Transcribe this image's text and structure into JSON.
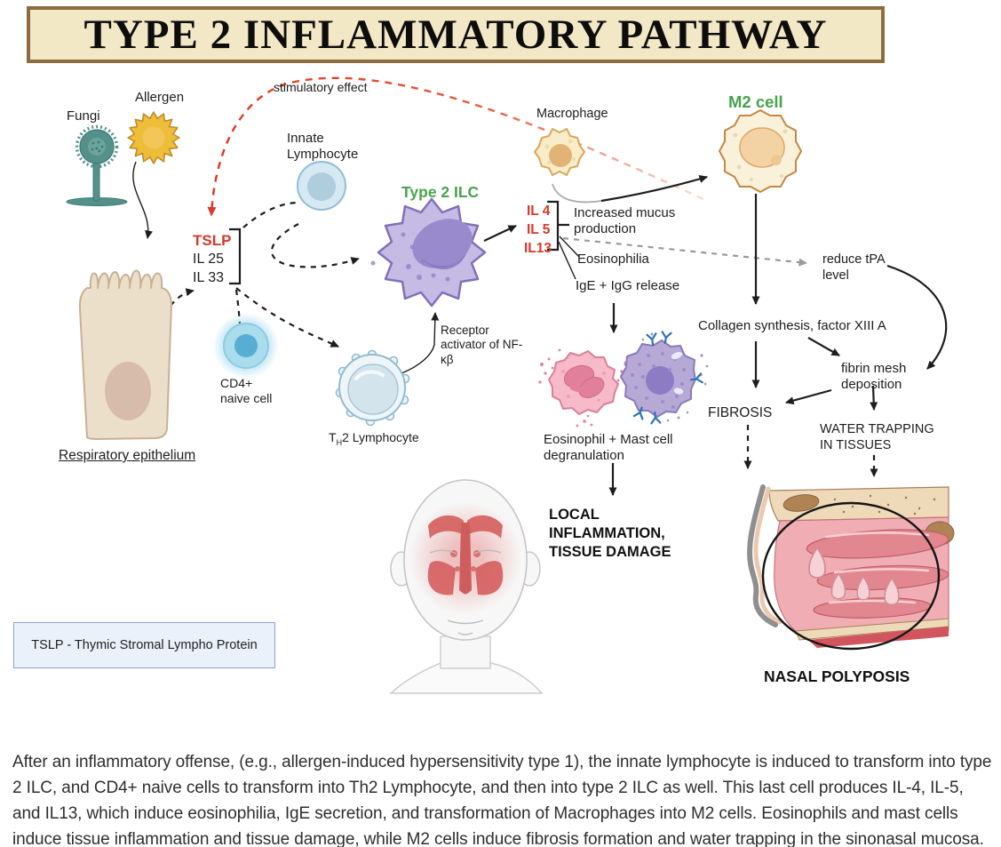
{
  "title": "TYPE 2 INFLAMMATORY PATHWAY",
  "nodes": {
    "fungi": "Fungi",
    "allergen": "Allergen",
    "stimulatory_effect": "stimulatory effect",
    "innate_lymphocyte": "Innate\nLymphocyte",
    "type2_ilc": "Type 2 ILC",
    "macrophage": "Macrophage",
    "m2_cell": "M2 cell",
    "tslp": "TSLP",
    "il25": "IL 25",
    "il33": "IL 33",
    "respiratory_epithelium": "Respiratory epithelium",
    "cd4_naive": "CD4+\nnaive cell",
    "th2_prefix": "T",
    "th2_sub": "H",
    "th2_rest": "2 Lymphocyte",
    "receptor_activator": "Receptor\nactivator of NF-\nκβ",
    "il4": "IL 4",
    "il5": "IL 5",
    "il13": "IL13",
    "increased_mucus": "Increased mucus\nproduction",
    "eosinophilia": "Eosinophilia",
    "ige_igg": "IgE + IgG release",
    "reduce_tpa": "reduce tPA\nlevel",
    "collagen": "Collagen synthesis, factor XIII A",
    "fibrin_mesh": "fibrin mesh\ndeposition",
    "fibrosis": "FIBROSIS",
    "water_trapping": "WATER TRAPPING\nIN TISSUES",
    "eosinophil_mast": "Eosinophil + Mast cell\ndegranulation",
    "local_inflammation": "LOCAL\nINFLAMMATION,\nTISSUE DAMAGE",
    "nasal_polyposis": "NASAL POLYPOSIS"
  },
  "legend": {
    "tslp_definition": "TSLP - Thymic Stromal Lympho Protein"
  },
  "caption": "After an inflammatory offense, (e.g., allergen-induced hypersensitivity type 1), the innate lymphocyte is induced to transform into type 2 ILC, and CD4+ naive cells to transform into Th2 Lymphocyte, and then into type 2 ILC as well. This last cell produces IL-4, IL-5, and IL13, which induce eosinophilia, IgE secretion, and transformation of Macrophages into M2 cells. Eosinophils and mast cells induce tissue inflammation and tissue damage, while M2 cells induce fibrosis formation and water trapping in the sinonasal mucosa.",
  "colors": {
    "title_bg": "#f3e8c6",
    "title_border": "#8d6b41",
    "accent_red": "#d8392a",
    "accent_green": "#47a44b",
    "arrow_black": "#1d1d1d",
    "arrow_gray": "#9a9a9a",
    "legend_bg": "#eaf1fb",
    "legend_border": "#8aa4d6"
  }
}
